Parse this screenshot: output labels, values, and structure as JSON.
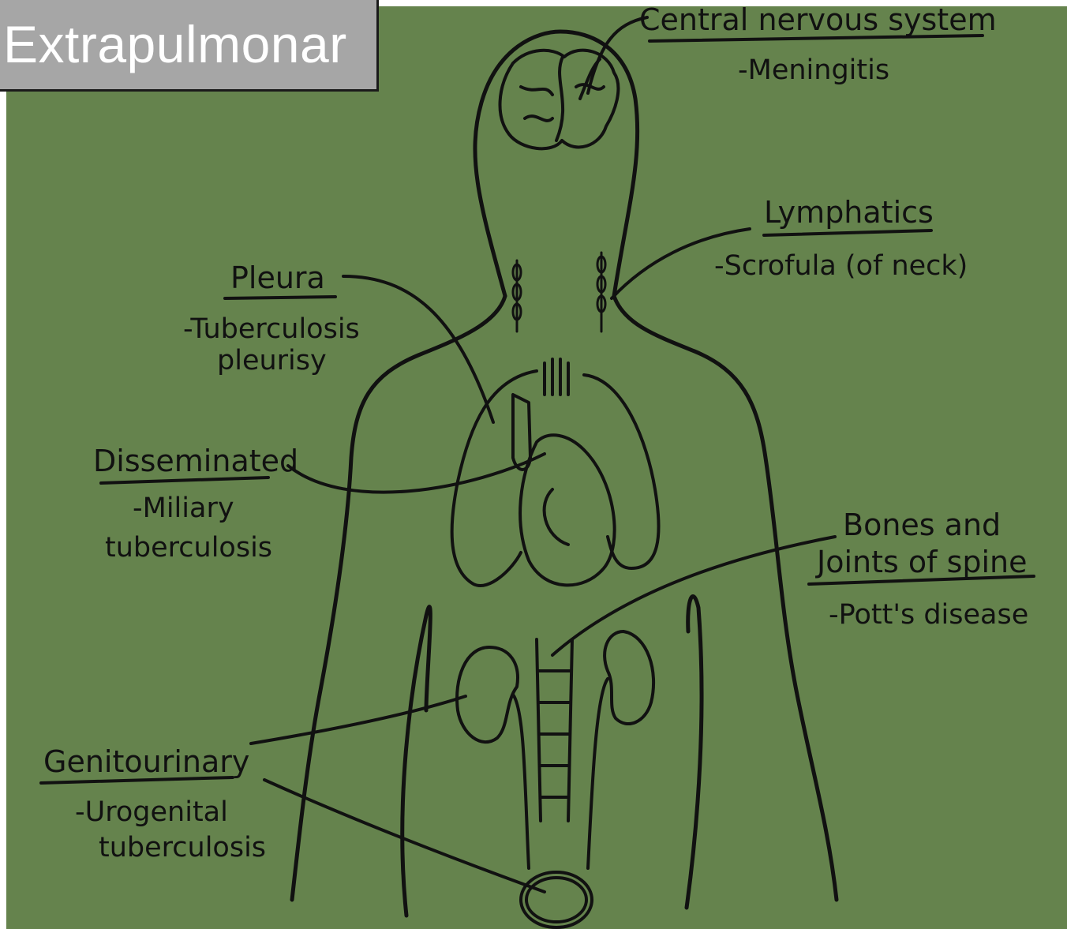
{
  "title": "Extrapulmonar",
  "colors": {
    "background": "#65834d",
    "ink": "#111111",
    "title_box": "#a6a6a6",
    "title_text": "#ffffff"
  },
  "labels": {
    "cns": {
      "heading": "Central nervous system",
      "detail": "-Meningitis"
    },
    "lymphatics": {
      "heading": "Lymphatics",
      "detail": "-Scrofula (of neck)"
    },
    "pleura": {
      "heading": "Pleura",
      "detail_line1": "-Tuberculosis",
      "detail_line2": "pleurisy"
    },
    "disseminated": {
      "heading": "Disseminated",
      "detail_line1": "-Miliary",
      "detail_line2": "tuberculosis"
    },
    "bones": {
      "heading_line1": "Bones and",
      "heading_line2": "Joints of spine",
      "detail": "-Pott's disease"
    },
    "genitourinary": {
      "heading": "Genitourinary",
      "detail_line1": "-Urogenital",
      "detail_line2": "tuberculosis"
    }
  }
}
